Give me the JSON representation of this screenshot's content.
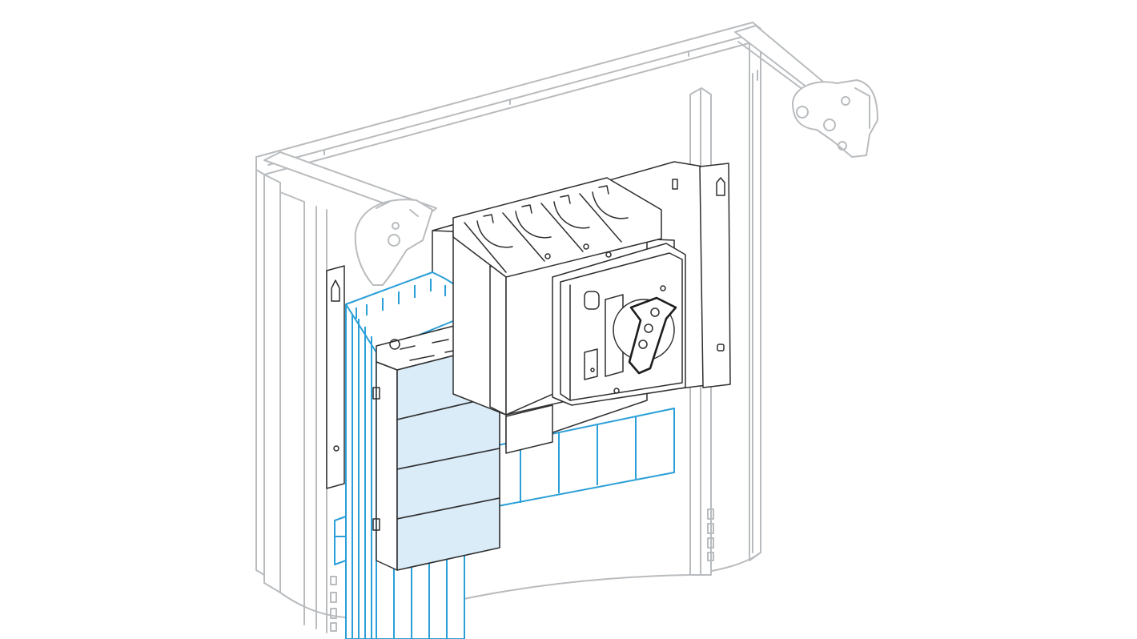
{
  "figure": {
    "kind": "technical-illustration",
    "palette": {
      "outline_grey": "#b9bcbf",
      "outline_black": "#2e2e2e",
      "accent_blue": "#2a9fd8",
      "fill_light_blue": "#d9ecf8",
      "background": "#ffffff"
    },
    "parts": [
      "enclosure-frame",
      "mounting-plate",
      "switch-disconnector",
      "rotary-handle",
      "terminal-shield",
      "busbar-distribution-block",
      "front-cover-hinge"
    ]
  }
}
